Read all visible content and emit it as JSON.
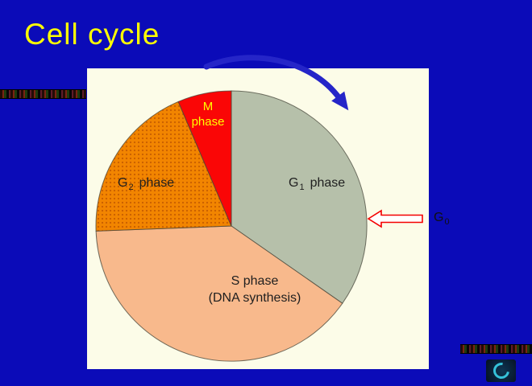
{
  "slide": {
    "title": "Cell cycle",
    "colors": {
      "background": "#0b0bb8",
      "panel": "#fcfce8",
      "title": "#ffff00",
      "direction_arrow": "#2525c8",
      "g0_arrow_stroke": "#f40000",
      "g0_arrow_fill": "#ffffff"
    }
  },
  "chart_data": {
    "type": "pie",
    "title": "Cell cycle",
    "legend_position": "none",
    "rotation_direction": "clockwise",
    "slices": [
      {
        "id": "g1",
        "name": "G1 phase",
        "percent": 34.7,
        "color": "#b6c0aa",
        "label_color": "#1f1f1f",
        "textured": false,
        "label": {
          "base": "G",
          "sub": "1",
          "rest": "phase"
        }
      },
      {
        "id": "s",
        "name": "S phase (DNA synthesis)",
        "percent": 39.7,
        "color": "#f8b98c",
        "label_color": "#1f1f1f",
        "textured": false,
        "label": {
          "line1": "S phase",
          "line2": "(DNA synthesis)"
        }
      },
      {
        "id": "g2",
        "name": "G2 phase",
        "percent": 19.2,
        "color": "#f28500",
        "label_color": "#1f1f1f",
        "textured": true,
        "label": {
          "base": "G",
          "sub": "2",
          "rest": "phase"
        }
      },
      {
        "id": "m",
        "name": "M phase",
        "percent": 6.4,
        "color": "#fa0606",
        "label_color": "#ffff00",
        "textured": false,
        "label": {
          "line1": "M",
          "line2": "phase"
        }
      }
    ],
    "g0_label": {
      "base": "G",
      "sub": "0"
    }
  }
}
